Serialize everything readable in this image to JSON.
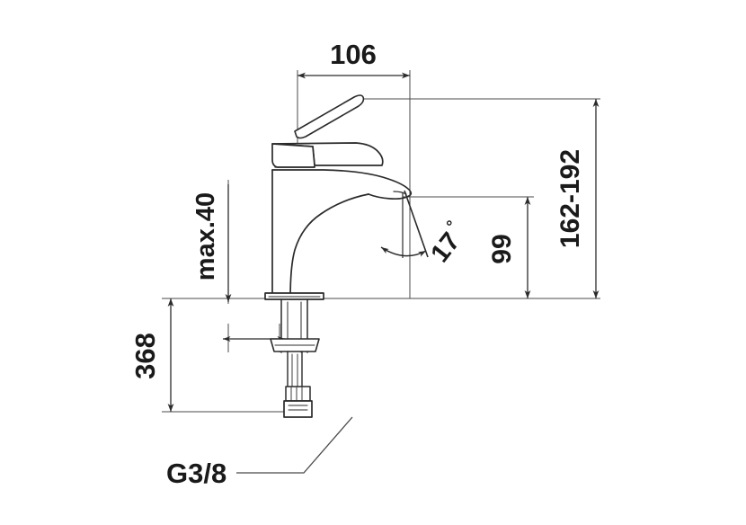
{
  "drawing": {
    "title": "Single-lever basin mixer tap - dimensioned side elevation",
    "units": "mm",
    "line_color": "#3a3a3a",
    "text_color": "#1a1a1a",
    "background": "#ffffff"
  },
  "dimensions": {
    "spout_reach": {
      "label": "106",
      "orientation": "horizontal",
      "description": "Spout projection from mixer axis"
    },
    "overall_height_range": {
      "label": "162-192",
      "orientation": "vertical",
      "description": "Total height above mounting surface"
    },
    "spout_height": {
      "label": "99",
      "orientation": "vertical",
      "description": "Height of spout outlet above mounting surface"
    },
    "max_deck_thickness": {
      "label": "max.40",
      "orientation": "vertical",
      "description": "Maximum basin deck thickness"
    },
    "supply_length": {
      "label": "368",
      "orientation": "vertical",
      "description": "Overall length including flexible supply hose"
    },
    "outlet_angle": {
      "label": "17",
      "degree_symbol": "°",
      "orientation": "rotated",
      "description": "Outlet stream angle"
    },
    "thread_connection": {
      "label": "G3/8",
      "orientation": "horizontal",
      "description": "Supply hose thread size"
    }
  },
  "annotations": {
    "leader_note": "G3/8"
  }
}
